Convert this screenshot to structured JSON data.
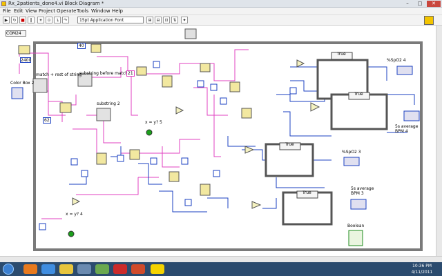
{
  "window": {
    "title": "Rx_2patients_done4.vi Block Diagram *",
    "controls": {
      "minimize": "–",
      "maximize": "□",
      "close": "✕"
    }
  },
  "menu": [
    "File",
    "Edit",
    "View",
    "Project",
    "Operate",
    "Tools",
    "Window",
    "Help"
  ],
  "toolbar": {
    "font_selector": "15pt Application Font"
  },
  "diagram": {
    "labels": {
      "com_port": "COM24",
      "match_rest": "match + rest of string",
      "color_box": "Color Box 2",
      "substring_before": "substring before match",
      "substring_2": "substring 2",
      "x_y5": "x = y? 5",
      "x_y4": "x = y? 4",
      "spo2_4": "%SpO2 4",
      "spo2_3": "%SpO2 3",
      "avg_bpm4": "5s average BPM 4",
      "avg_bpm3": "5s average BPM 3",
      "boolean": "Boolean",
      "true_case": "True"
    },
    "constants": {
      "c40": "40",
      "c21": "21",
      "c62": "62",
      "c2400": "2400"
    }
  },
  "taskbar": {
    "time": "10:36 PM",
    "date": "4/11/2011"
  }
}
